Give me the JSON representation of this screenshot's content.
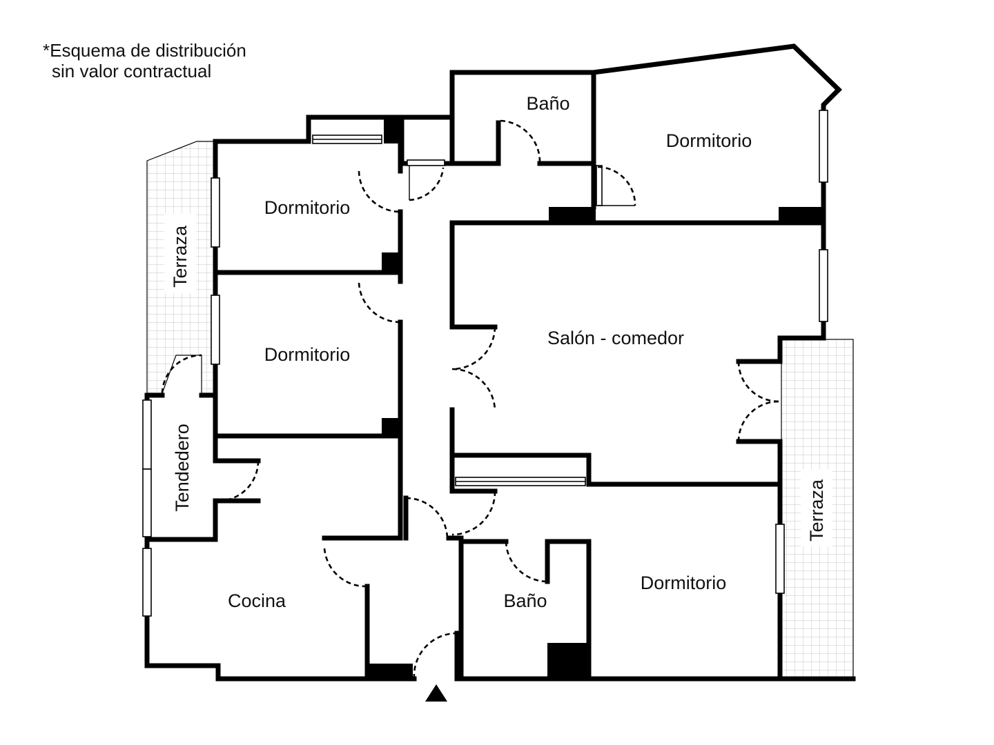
{
  "disclaimer": {
    "line1": "*Esquema de distribución",
    "line2": "sin valor contractual"
  },
  "rooms": {
    "bano_top": "Baño",
    "dormitorio_ne": "Dormitorio",
    "dormitorio_nw": "Dormitorio",
    "dormitorio_w": "Dormitorio",
    "salon": "Salón - comedor",
    "terraza_w": "Terraza",
    "tendedero": "Tendedero",
    "cocina": "Cocina",
    "bano_bottom": "Baño",
    "dormitorio_se": "Dormitorio",
    "terraza_e": "Terraza"
  },
  "entrance_marker": "entrance-arrow-icon"
}
